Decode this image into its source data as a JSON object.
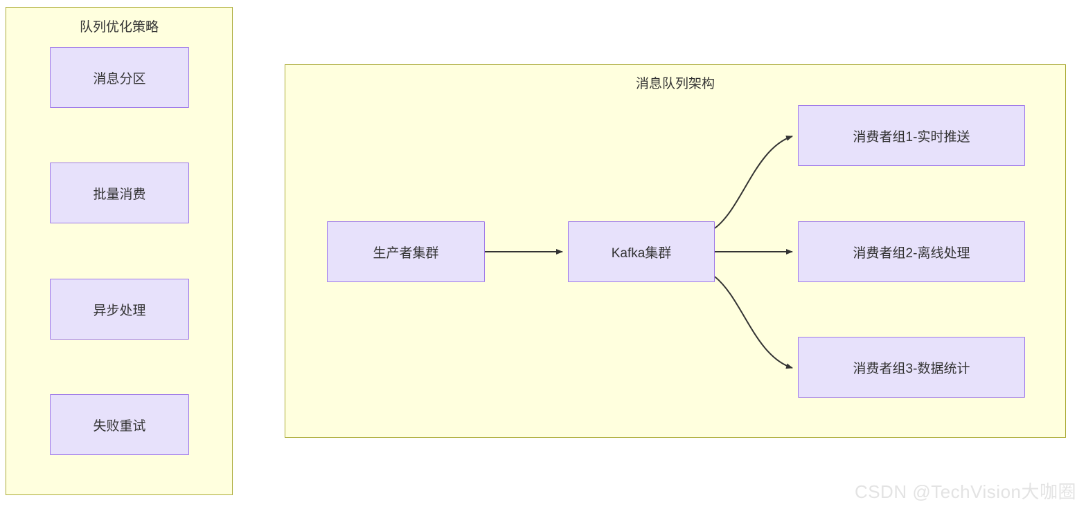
{
  "colors": {
    "cluster_fill": "#ffffde",
    "cluster_border": "#aaaa33",
    "node_fill": "#e7e1fb",
    "node_border": "#9d77e8",
    "edge_stroke": "#333333",
    "text": "#333333",
    "watermark": "#e3e3e3",
    "page_background": "#ffffff"
  },
  "strategy_cluster": {
    "title": "队列优化策略",
    "nodes": [
      {
        "id": "partition",
        "label": "消息分区"
      },
      {
        "id": "batch",
        "label": "批量消费"
      },
      {
        "id": "async",
        "label": "异步处理"
      },
      {
        "id": "retry",
        "label": "失败重试"
      }
    ]
  },
  "architecture_cluster": {
    "title": "消息队列架构",
    "nodes": [
      {
        "id": "producer",
        "label": "生产者集群"
      },
      {
        "id": "kafka",
        "label": "Kafka集群"
      },
      {
        "id": "consumer1",
        "label": "消费者组1-实时推送"
      },
      {
        "id": "consumer2",
        "label": "消费者组2-离线处理"
      },
      {
        "id": "consumer3",
        "label": "消费者组3-数据统计"
      }
    ],
    "edges": [
      {
        "from": "producer",
        "to": "kafka",
        "label": "",
        "style": "straight-arrow"
      },
      {
        "from": "kafka",
        "to": "consumer1",
        "label": "",
        "style": "curved-arrow-up"
      },
      {
        "from": "kafka",
        "to": "consumer2",
        "label": "",
        "style": "straight-arrow"
      },
      {
        "from": "kafka",
        "to": "consumer3",
        "label": "",
        "style": "curved-arrow-down"
      }
    ]
  },
  "watermark": {
    "text": "CSDN @TechVision大咖圈"
  }
}
